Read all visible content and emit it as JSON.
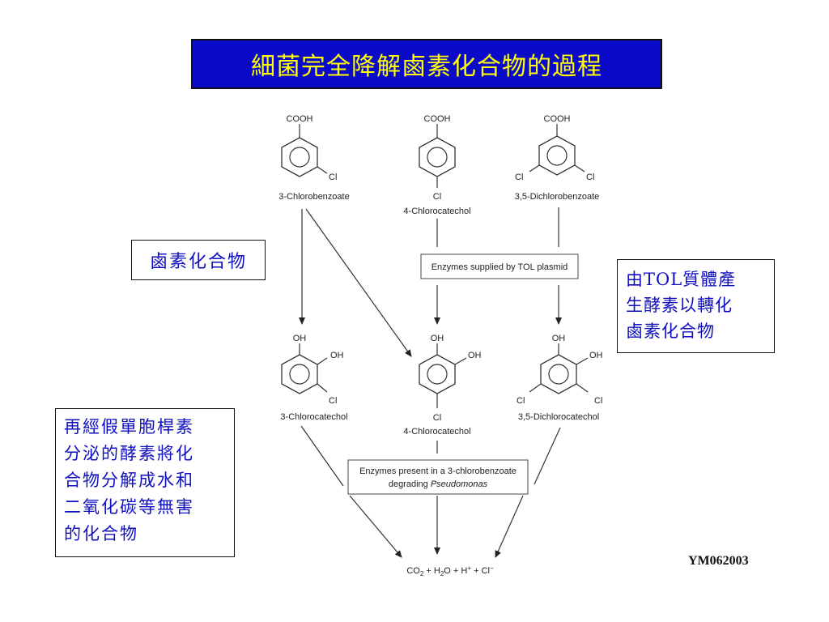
{
  "title": "細菌完全降解鹵素化合物的過程",
  "notes": {
    "halogen": "鹵素化合物",
    "tol_lines": [
      "由TOL質體產",
      "生酵素以轉化",
      "鹵素化合物"
    ],
    "pseudomonas_lines": [
      "再經假單胞桿素",
      "分泌的酵素將化",
      "合物分解成水和",
      "二氧化碳等無害",
      "的化合物"
    ]
  },
  "compounds": {
    "c1_name": "3-Chlorobenzoate",
    "c2_name": "4-Chlorocatechol",
    "c3_name": "3,5-Dichlorobenzoate",
    "c4_name": "3-Chlorocatechol",
    "c5_name": "4-Chlorocatechol",
    "c6_name": "3,5-Dichlorocatechol"
  },
  "groups": {
    "cooh": "COOH",
    "oh": "OH",
    "cl": "Cl"
  },
  "enzymes": {
    "tol": "Enzymes supplied by TOL plasmid",
    "pseudo_line1": "Enzymes present in a 3-chlorobenzoate",
    "pseudo_line2_prefix": "degrading ",
    "pseudo_line2_italic": "Pseudomonas"
  },
  "products": {
    "co2": "CO",
    "co2_sub": "2",
    "h2o_h": "H",
    "h2o_sub": "2",
    "h2o_o": "O",
    "hplus": "H",
    "hplus_sup": "+",
    "cl": "Cl",
    "cl_sup": "−",
    "plus": "+"
  },
  "code": "YM062003",
  "colors": {
    "title_bg": "#0a0ac8",
    "title_text": "#ffff00",
    "note_text": "#1010c0"
  }
}
